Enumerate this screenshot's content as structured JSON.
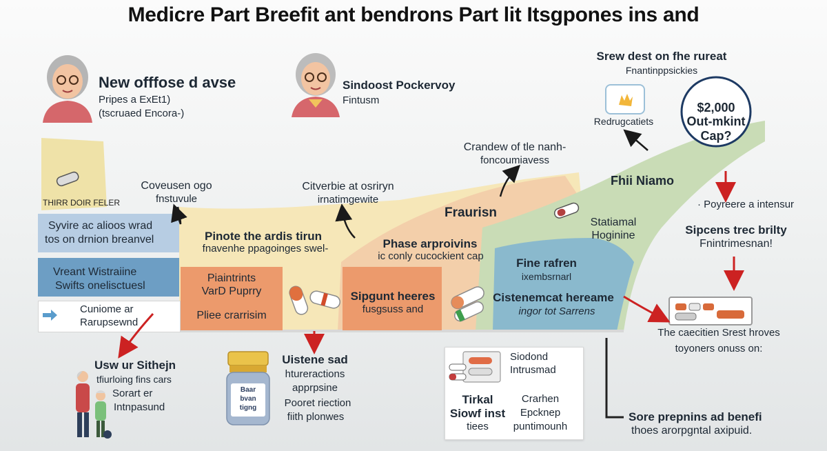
{
  "title": "Medicre Part Breefit ant bendrons Part lit Itsgpones ins and",
  "persons": {
    "left": {
      "name": "New offfose d avse",
      "line1": "Pripes a ExEt1)",
      "line2": "(tscruaed Encora-)"
    },
    "middle": {
      "name": "Sindoost Pockervoy",
      "line1": "Fintusm"
    }
  },
  "cap": {
    "header": "Srew dest on fhe rureat",
    "subheader": "Fnantinppsickies",
    "icon_label": "Redrugcatiets",
    "circle_line1": "$2,000",
    "circle_line2": "Out-mkint",
    "circle_line3": "Cap?"
  },
  "left_column": {
    "folder_label": "THIRR DOIR FELER",
    "blue_box1_line1": "Syvire ac alioos wrad",
    "blue_box1_line2": "tos on drnion breanvel",
    "blue_box2_line1": "Vreant Wistraiine",
    "blue_box2_line2": "Swifts onelisctuesl",
    "arrow_box_line1": "Cuniome ar",
    "arrow_box_line2": "Rarupsewnd"
  },
  "callouts": {
    "coverage_line1": "Coveusen ogo",
    "coverage_line2": "fnstuvule",
    "citverbie_line1": "Citverbie at osriryn",
    "citverbie_line2": "irnatimgewite",
    "crandew_line1": "Crandew of tle nanh-",
    "crandew_line2": "foncoumiavess"
  },
  "stages": {
    "stage1_title": "Pinote the ardis tirun",
    "stage1_sub": "fnavenhe ppagoinges swel-",
    "stage1_box_line1": "Piaintrints",
    "stage1_box_line2": "VarD Puprry",
    "stage1_box_line3": "Pliee crarrisim",
    "fraurisn": "Fraurisn",
    "stage2_title": "Phase arproivins",
    "stage2_sub": "ic conly cucockient cap",
    "stage2_box_line1": "Sipgunt heeres",
    "stage2_box_line2": "fusgsuss and",
    "fhii_niamo": "Fhii Niamo",
    "statiamal_line1": "Statiamal",
    "statiamal_line2": "Hoginine",
    "stage3_title": "Fine rafren",
    "stage3_sub": "ixembsrnarl",
    "stage3_box_line1": "Cistenemcat hereame",
    "stage3_box_line2": "ingor tot Sarrens"
  },
  "right_column": {
    "poyreere": "· Poyreere a intensur",
    "sipcens_line1": "Sipcens trec brilty",
    "sipcens_line2": "Fnintrimesnan!",
    "caecitien_line1": "The caecitien Srest hroves",
    "caecitien_line2": "toyoners onuss on:",
    "sore_line1": "Sore prepnins ad benefi",
    "sore_line2": "thoes arorpgntal axipuid."
  },
  "bottom": {
    "usw_line1": "Usw ur Sithejn",
    "usw_line2": "tfiurloing fins cars",
    "usw_line3": "Sorart er",
    "usw_line4": "Intnpasund",
    "bottle_label_line1": "Baar",
    "bottle_label_line2": "bvan",
    "bottle_label_line3": "tigng",
    "uistene_line1": "Uistene sad",
    "uistene_line2": "htureractions",
    "uistene_line3": "apprpsine",
    "uistene_line4": "Pooret riection",
    "uistene_line5": "fiith plonwes",
    "sidond_line1": "Siodond",
    "sidond_line2": "Intrusmad",
    "tirkal_line1": "Tirkal",
    "tirkal_line2": "Siowf inst",
    "tirkal_line3": "tiees",
    "crarhen_line1": "Crarhen",
    "crarhen_line2": "Epcknep",
    "crarhen_line3": "puntimounh"
  },
  "colors": {
    "blue_box": "#b7cde3",
    "blue_box_dark": "#6d9ec4",
    "orange_box": "#ec9a6c",
    "peach_band": "#f4d3b1",
    "yellow_band": "#f5e6b4",
    "green_band": "#c5d9b2",
    "teal_band": "#87b6cb",
    "arrow_red": "#cc2222",
    "circle_navy": "#1d3a63"
  }
}
